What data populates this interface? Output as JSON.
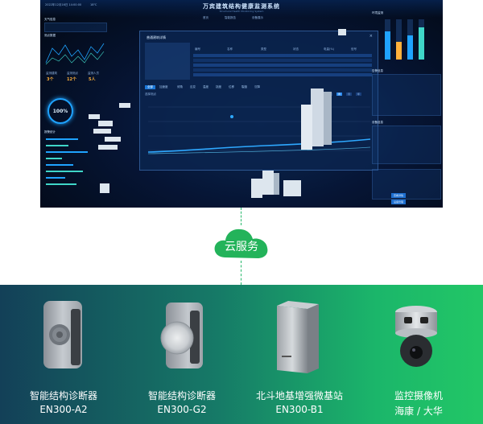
{
  "dashboard": {
    "title": "万宾建筑结构健康监测系统",
    "subtitle": "Structural Health Monitoring System",
    "datetime": "2022年12月16日 14:00:00",
    "weather": "18℃",
    "nav_tabs": [
      "首页",
      "智能报告",
      "设备展示"
    ],
    "left_panel": {
      "section1": "天气信息",
      "section2": "测点数据",
      "stat_labels": [
        "监测建筑",
        "监测测点",
        "监测人员"
      ],
      "stat_values": [
        "3个",
        "12个",
        "5人"
      ],
      "gauge_value": "100%",
      "section3": "报警统计"
    },
    "popup": {
      "title": "普通建筑详情",
      "close": "×",
      "table_headers": [
        "编号",
        "名称",
        "类型",
        "状态",
        "电量(%)",
        "信号"
      ],
      "tabs": [
        "全部",
        "加速度",
        "倾角",
        "应变",
        "温度",
        "挠度",
        "位移",
        "裂缝",
        "沉降"
      ],
      "filter_label": "选择测点",
      "range_buttons": [
        "日",
        "周",
        "月",
        "年"
      ]
    },
    "right_panel": {
      "section1": "环境监测",
      "section2": "告警信息",
      "section3": "设备信息",
      "buttons": [
        "查看详情",
        "设备管理"
      ]
    }
  },
  "cloud_service": {
    "label": "云服务",
    "color": "#23b35a"
  },
  "devices": [
    {
      "name": "智能结构诊断器",
      "model": "EN300-A2",
      "icon": "diagnostic-box-speaker-icon"
    },
    {
      "name": "智能结构诊断器",
      "model": "EN300-G2",
      "icon": "diagnostic-box-disc-icon"
    },
    {
      "name": "北斗地基增强微基站",
      "model": "EN300-B1",
      "icon": "beidou-base-station-icon"
    },
    {
      "name": "监控摄像机",
      "model": "海康 / 大华",
      "icon": "ptz-camera-icon"
    }
  ],
  "colors": {
    "band_start": "#134058",
    "band_end": "#22c766",
    "dashboard_accent": "#1fa3ff",
    "highlight": "#ffb13b"
  }
}
